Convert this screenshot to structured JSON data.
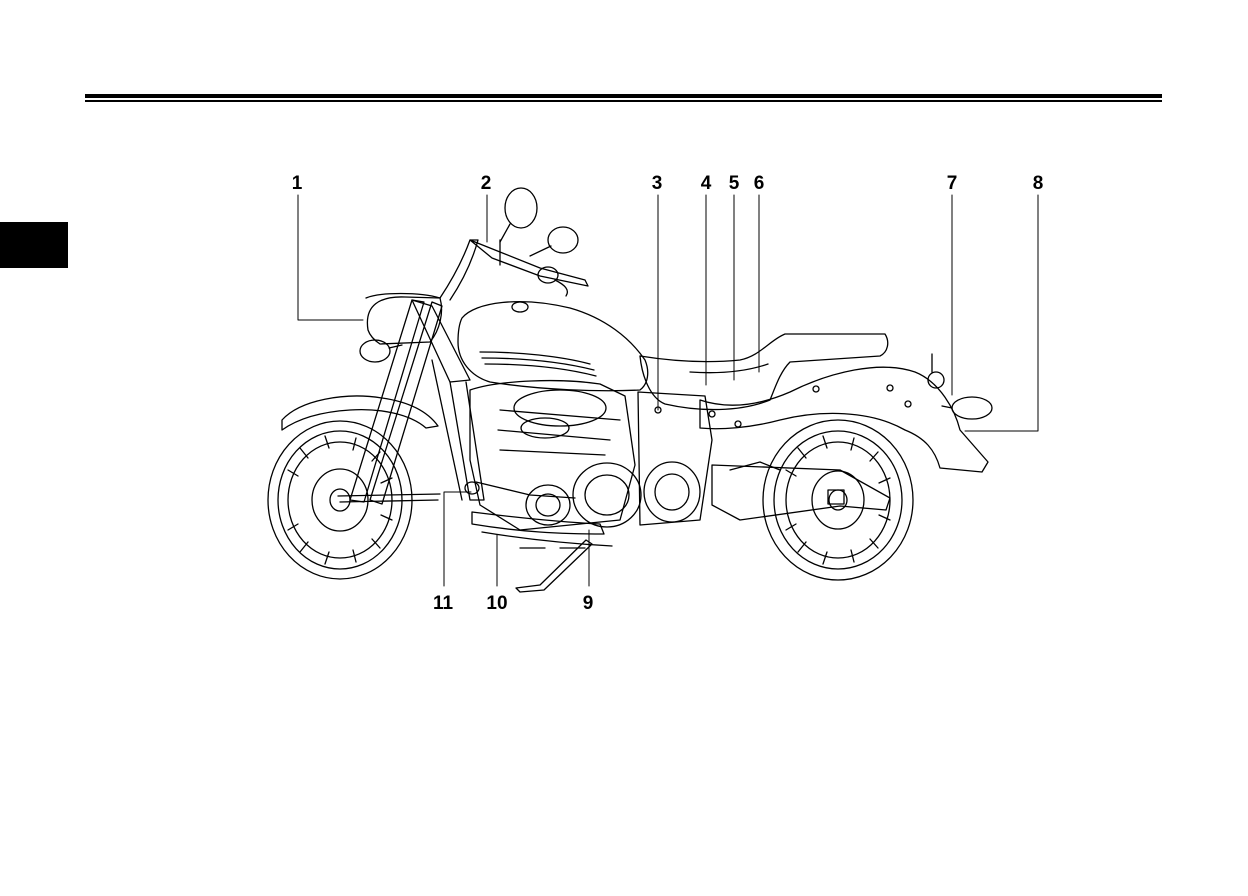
{
  "figure": {
    "subject": "motorcycle-left-side-view",
    "callouts_top": [
      "1",
      "2",
      "3",
      "4",
      "5",
      "6",
      "7",
      "8"
    ],
    "callouts_bottom": [
      "11",
      "10",
      "9"
    ]
  }
}
